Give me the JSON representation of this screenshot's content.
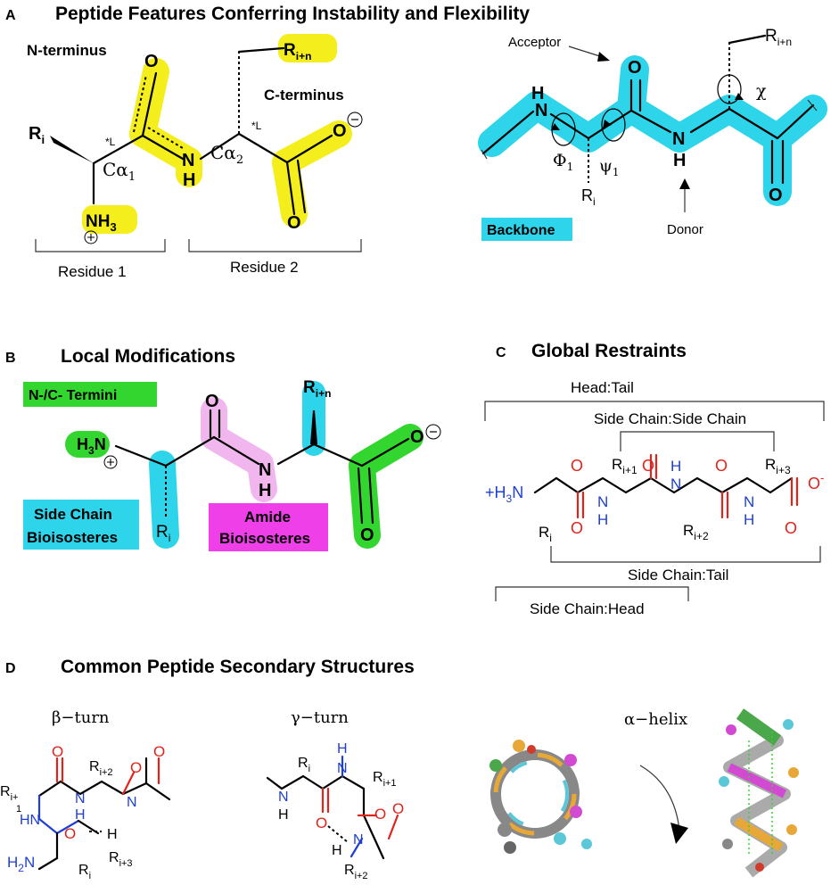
{
  "panelA": {
    "letter": "A",
    "title": "Peptide Features Conferring Instability and Flexibility",
    "n_terminus": "N-terminus",
    "c_terminus": "C-terminus",
    "r_i": "R",
    "r_i_sub": "i",
    "r_in": "R",
    "r_in_sub": "i+n",
    "nh3": "NH",
    "nh3_sub": "3",
    "star_l_1": "*L",
    "star_l_2": "*L",
    "ca1": "Cα",
    "ca1_sub": "1",
    "ca2": "Cα",
    "ca2_sub": "2",
    "o_label": "O",
    "n_label": "N",
    "h_label": "H",
    "residue1": "Residue 1",
    "residue2": "Residue 2",
    "acceptor": "Acceptor",
    "donor": "Donor",
    "backbone": "Backbone",
    "phi": "Φ",
    "phi_sub": "1",
    "psi": "ψ",
    "psi_sub": "1",
    "chi": "χ"
  },
  "panelB": {
    "letter": "B",
    "title": "Local Modifications",
    "termini": "N-/C- Termini",
    "side_chain_1": "Side Chain",
    "side_chain_2": "Bioisosteres",
    "amide_1": "Amide",
    "amide_2": "Bioisosteres",
    "h3n": "H",
    "h3n_sub": "3",
    "h3n_n": "N",
    "r_i": "R",
    "r_i_sub": "i",
    "r_in": "R",
    "r_in_sub": "i+n"
  },
  "panelC": {
    "letter": "C",
    "title": "Global Restraints",
    "head_tail": "Head:Tail",
    "side_side": "Side Chain:Side Chain",
    "side_tail": "Side Chain:Tail",
    "side_head": "Side Chain:Head",
    "h3n": "+H",
    "h3n_sub": "3",
    "h3n_n": "N",
    "r_i1": "R",
    "r_i1_sub": "i+1",
    "r_i2": "R",
    "r_i2_sub": "i+2",
    "r_i3": "R",
    "r_i3_sub": "i+3",
    "r_i": "R",
    "r_i_sub": "i",
    "o_minus": "O",
    "minus": "-"
  },
  "panelD": {
    "letter": "D",
    "title": "Common Peptide Secondary Structures",
    "beta_turn": "β−turn",
    "gamma_turn": "γ−turn",
    "alpha_helix": "α−helix",
    "beta": {
      "r_i1": "R",
      "r_i1_sub": "i+",
      "r_i1_sub2": "1",
      "r_i2": "R",
      "r_i2_sub": "i+2",
      "r_i3": "R",
      "r_i3_sub": "i+3",
      "r_i": "R",
      "r_i_sub": "i",
      "h2n": "H",
      "h2n_sub": "2",
      "h2n_n": "N",
      "hn": "HN",
      "nh": "NH"
    },
    "gamma": {
      "r_i": "R",
      "r_i_sub": "i",
      "r_i1": "R",
      "r_i1_sub": "i+1",
      "r_i2": "R",
      "r_i2_sub": "i+2"
    }
  },
  "colors": {
    "yellow_highlight": "#f4ee1c",
    "cyan_highlight": "#2ed4ea",
    "green_highlight": "#33d62f",
    "pink_highlight": "#f2b6ee",
    "magenta_box": "#ee3fe8",
    "nitrogen_blue": "#1f3fd1",
    "oxygen_red": "#e0241b"
  }
}
